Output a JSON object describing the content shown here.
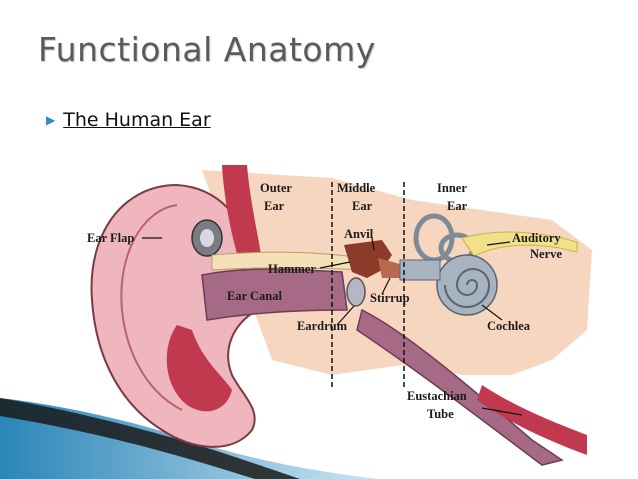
{
  "slide": {
    "title": "Functional Anatomy",
    "bullet": "The Human Ear"
  },
  "diagram": {
    "labels": {
      "outer_ear_l1": "Outer",
      "outer_ear_l2": "Ear",
      "middle_ear_l1": "Middle",
      "middle_ear_l2": "Ear",
      "inner_ear_l1": "Inner",
      "inner_ear_l2": "Ear",
      "ear_flap": "Ear Flap",
      "anvil": "Anvil",
      "auditory_nerve_l1": "Auditory",
      "auditory_nerve_l2": "Nerve",
      "hammer": "Hammer",
      "ear_canal": "Ear Canal",
      "stirrup": "Stirrup",
      "eardrum": "Eardrum",
      "cochlea": "Cochlea",
      "eustachian_l1": "Eustachian",
      "eustachian_l2": "Tube"
    },
    "colors": {
      "skin_light": "#f7d6c0",
      "tissue_pink": "#d98ba0",
      "canal_mauve": "#a66a86",
      "deep_red": "#c0394e",
      "bone_tan": "#f4e1b8",
      "ossicle_brown": "#8c3a2a",
      "cochlea_gray": "#a8b3c0",
      "nerve_yellow": "#f1e18a",
      "accent_blue": "#2f8fbf"
    }
  }
}
